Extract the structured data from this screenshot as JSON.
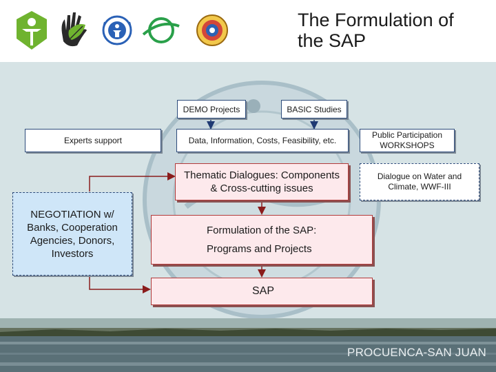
{
  "header": {
    "logos": [
      "leaf-person-logo",
      "hand-leaf-logo",
      "unep-logo",
      "orbit-globe-logo",
      "oas-seal-logo"
    ],
    "title": "The Formulation of\nthe SAP"
  },
  "boxes": {
    "demo": "DEMO Projects",
    "basic": "BASIC Studies",
    "experts": "Experts support",
    "data": "Data, Information, Costs, Feasibility, etc.",
    "public": "Public Participation\nWORKSHOPS",
    "thematic": "Thematic Dialogues: Components\n& Cross-cutting issues",
    "dialogue_water": "Dialogue on Water and\nClimate, WWF-III",
    "negotiation": "NEGOTIATION w/\nBanks, Cooperation\nAgencies, Donors,\nInvestors",
    "formulation_line1": "Formulation of the SAP:",
    "formulation_line2": "Programs and Projects",
    "sap": "SAP"
  },
  "footer": {
    "label": "PROCUENCA-SAN JUAN"
  },
  "colors": {
    "content_bg": "#d6e3e5",
    "connector_blue": "#1f3a73",
    "connector_red": "#8a1c1c",
    "pink_box": "#fde9ec"
  }
}
